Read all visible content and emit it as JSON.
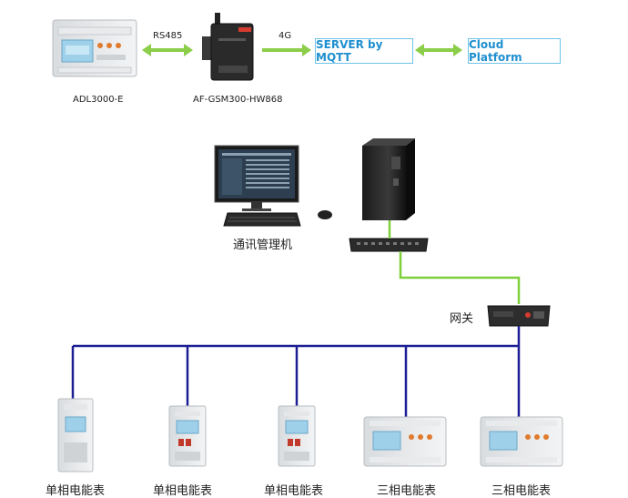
{
  "top_row": {
    "meter_model": "ADL3000-E",
    "gateway_model": "AF-GSM300-HW868",
    "link_rs485": "RS485",
    "link_4g": "4G",
    "server_box": "SERVER by MQTT",
    "cloud_box": "Cloud Platform"
  },
  "middle": {
    "workstation_label": "通讯管理机",
    "gateway_label": "网关"
  },
  "meters": [
    {
      "label": "单相电能表"
    },
    {
      "label": "单相电能表"
    },
    {
      "label": "单相电能表"
    },
    {
      "label": "三相电能表"
    },
    {
      "label": "三相电能表"
    }
  ],
  "colors": {
    "arrow_green": "#8ccd4a",
    "ethernet_green": "#7ed03a",
    "bus_blue": "#1c1f93",
    "box_border": "#6ec3e8",
    "box_text": "#1f8fcf"
  }
}
